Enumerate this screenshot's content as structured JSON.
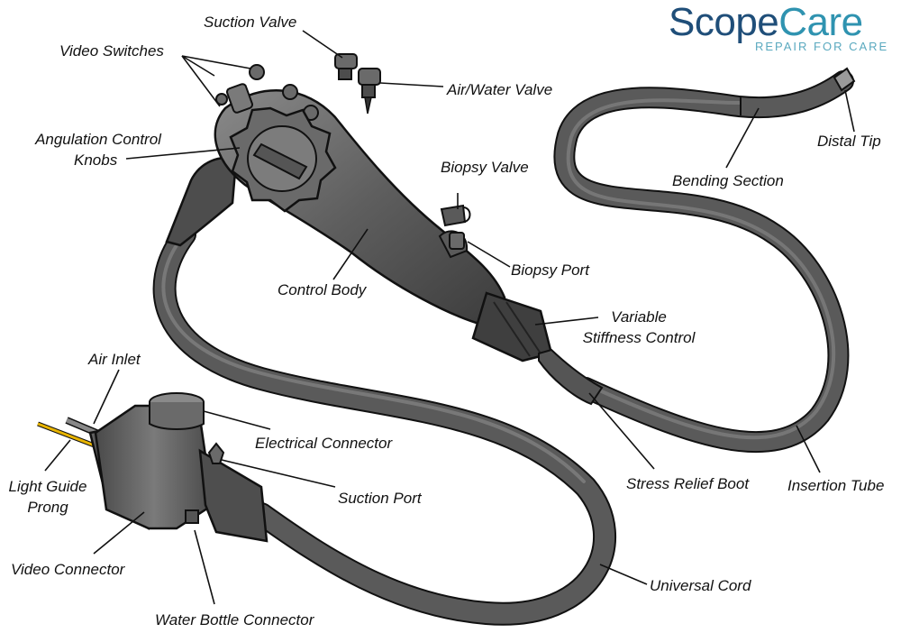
{
  "brand": {
    "logo_part1": "Scope",
    "logo_part2": "Care",
    "tagline": "REPAIR FOR CARE",
    "color_part1": "#1f4e79",
    "color_part2": "#2f93b0",
    "color_tagline": "#5aa9bf"
  },
  "labels": {
    "suction_valve": "Suction Valve",
    "video_switches": "Video Switches",
    "air_water_valve": "Air/Water Valve",
    "angulation_line1": "Angulation Control",
    "angulation_line2": "Knobs",
    "biopsy_valve": "Biopsy Valve",
    "biopsy_port": "Biopsy Port",
    "control_body": "Control Body",
    "variable_line1": "Variable",
    "variable_line2": "Stiffness Control",
    "distal_tip": "Distal Tip",
    "bending_section": "Bending Section",
    "air_inlet": "Air Inlet",
    "electrical_connector": "Electrical Connector",
    "light_guide_line1": "Light Guide",
    "light_guide_line2": "Prong",
    "suction_port": "Suction Port",
    "stress_relief_boot": "Stress Relief Boot",
    "insertion_tube": "Insertion Tube",
    "video_connector": "Video Connector",
    "universal_cord": "Universal Cord",
    "water_bottle_connector": "Water Bottle Connector"
  },
  "colors": {
    "tube_fill": "#5a5a5a",
    "tube_outline": "#111111",
    "body_fill": "#6b6b6b",
    "body_dark": "#3e3e3e",
    "body_light": "#8c8c8c",
    "prong_gold": "#e8b400"
  }
}
